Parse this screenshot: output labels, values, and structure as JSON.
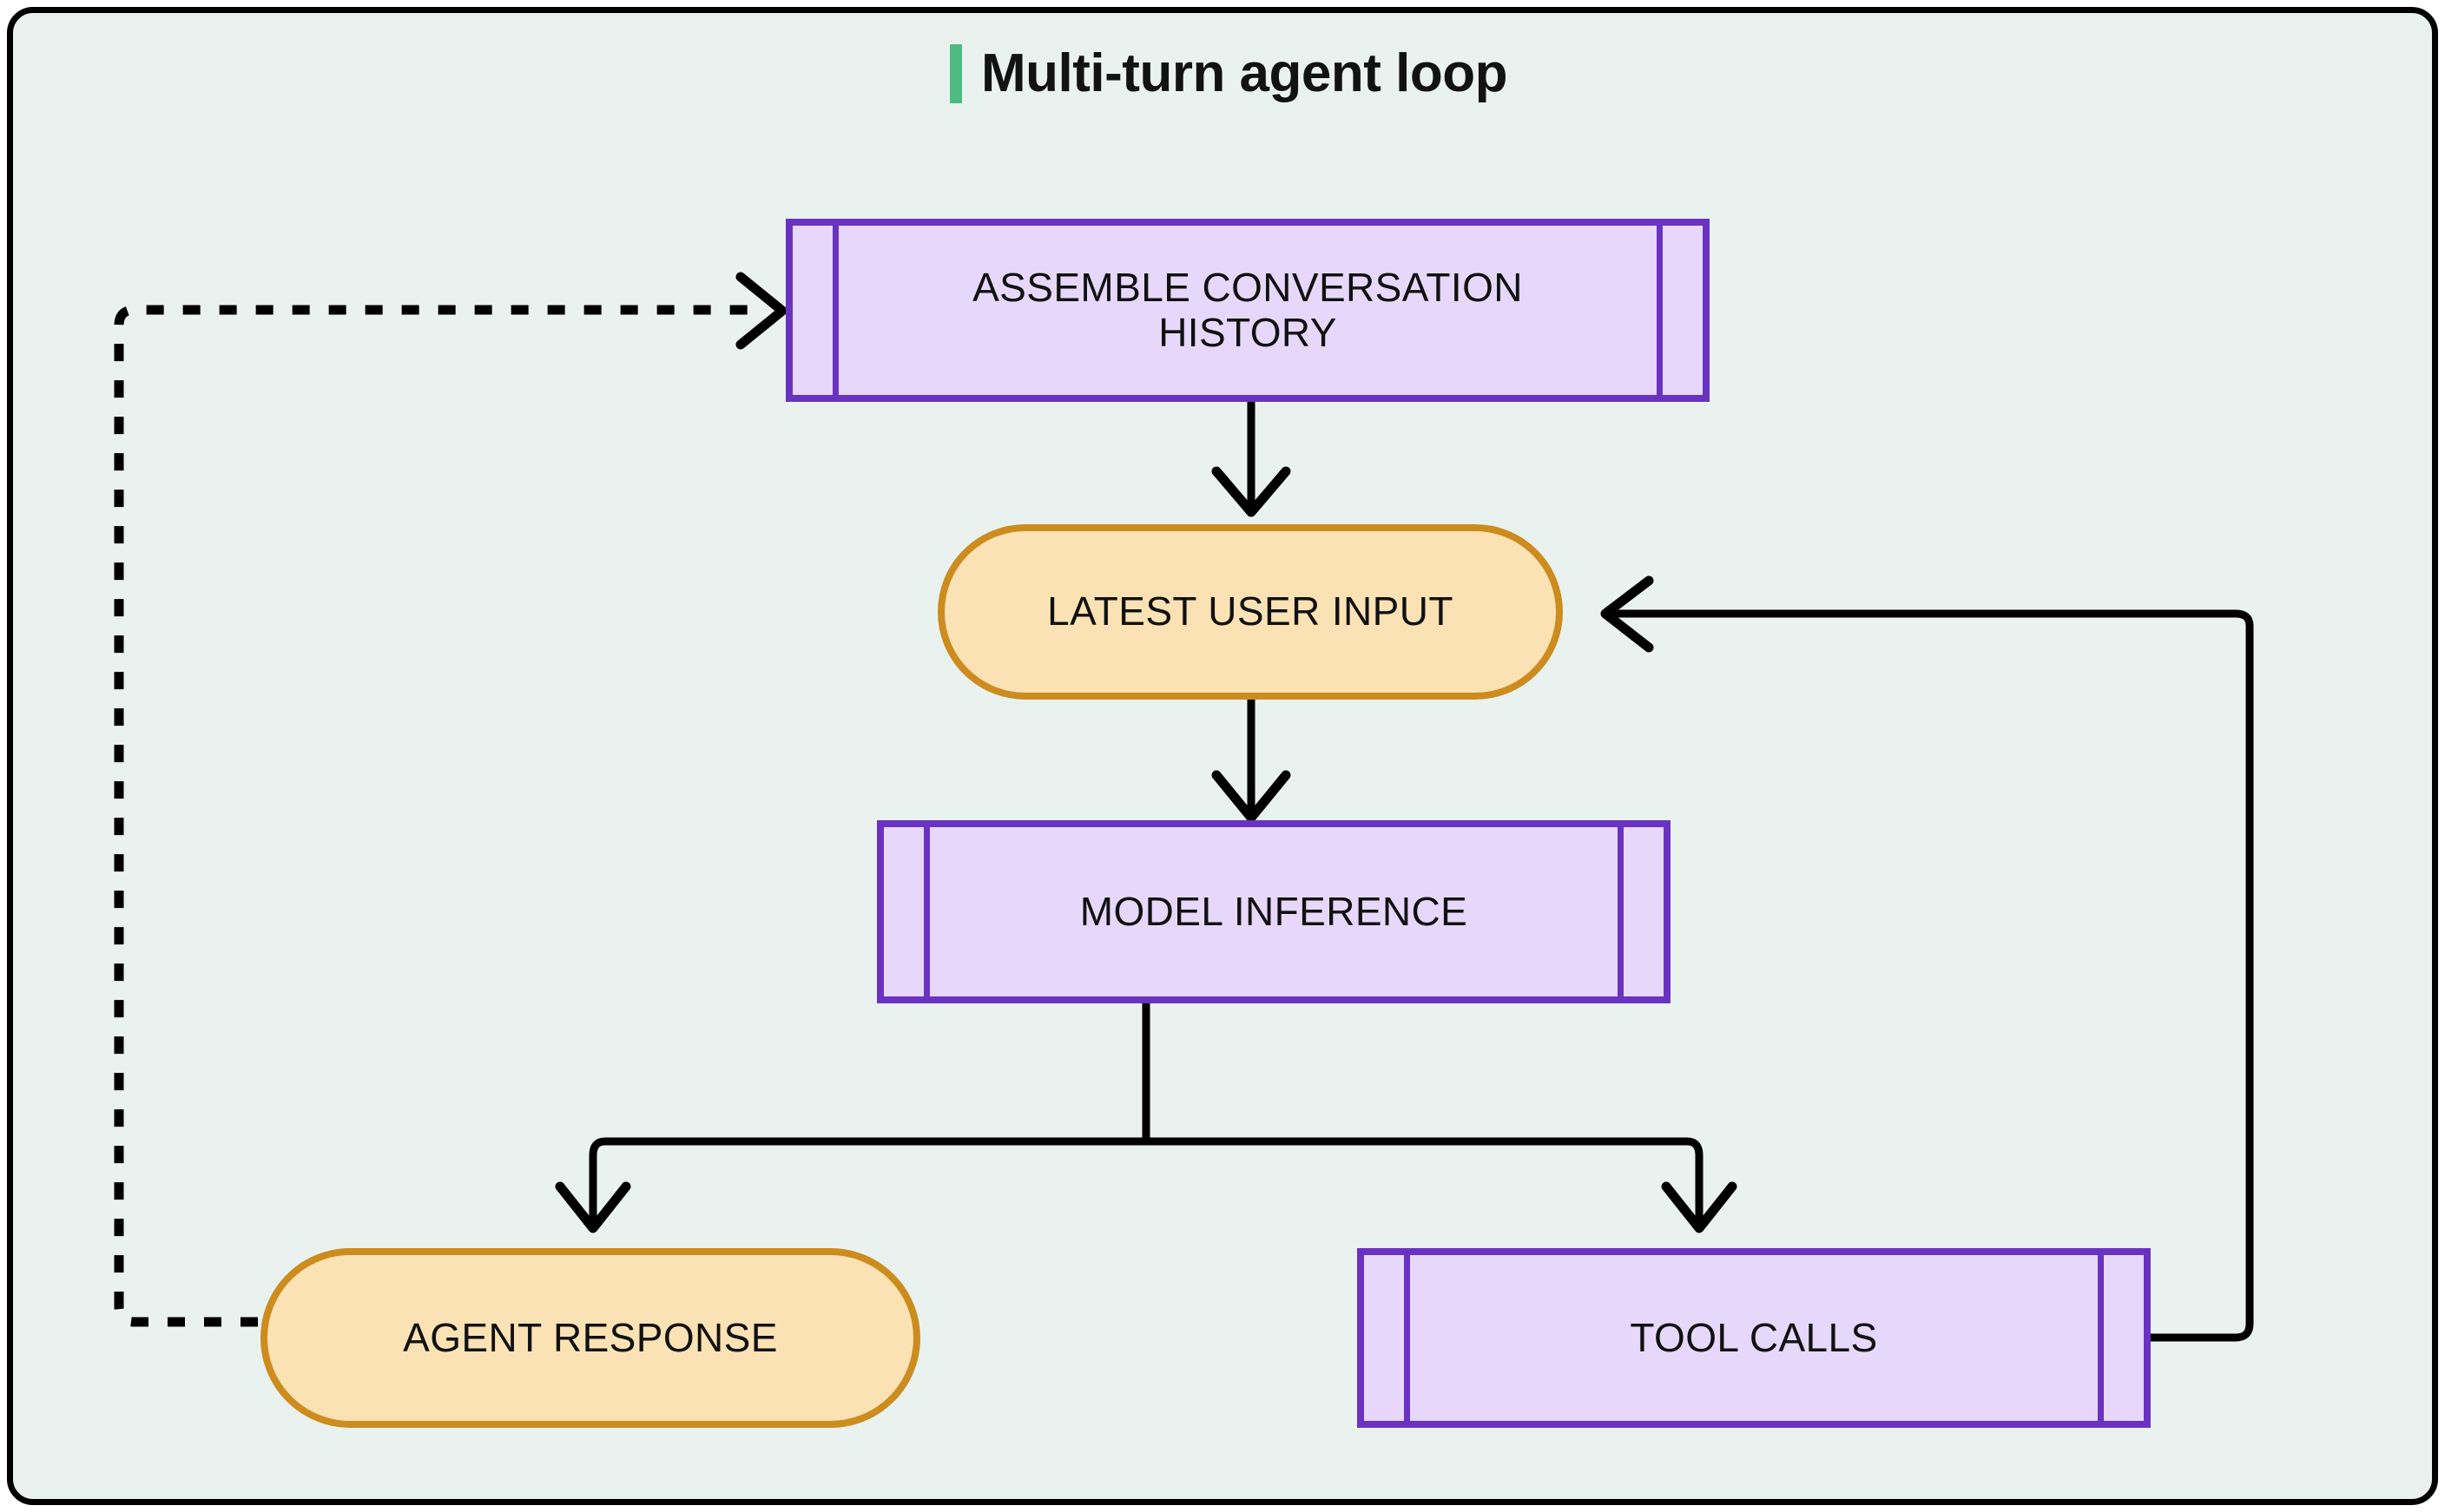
{
  "page": {
    "title": "Multi-turn agent loop",
    "accent_color": "#4DBB82",
    "background_color": "#EAF2EF",
    "border_color": "#000000"
  },
  "palette": {
    "process_fill": "#E7D8FB",
    "process_stroke": "#6A32C0",
    "terminal_fill": "#FBE2B4",
    "terminal_stroke": "#CC8C1E",
    "edge_color": "#000000"
  },
  "diagram": {
    "type": "flowchart",
    "nodes": [
      {
        "id": "assemble",
        "label": "ASSEMBLE CONVERSATION\nHISTORY",
        "shape": "predefined-process",
        "fill": "#E7D8FB",
        "stroke": "#6A32C0"
      },
      {
        "id": "latest-user-input",
        "label": "LATEST USER INPUT",
        "shape": "stadium",
        "fill": "#FBE2B4",
        "stroke": "#CC8C1E"
      },
      {
        "id": "model-inference",
        "label": "MODEL INFERENCE",
        "shape": "predefined-process",
        "fill": "#E7D8FB",
        "stroke": "#6A32C0"
      },
      {
        "id": "agent-response",
        "label": "AGENT RESPONSE",
        "shape": "stadium",
        "fill": "#FBE2B4",
        "stroke": "#CC8C1E"
      },
      {
        "id": "tool-calls",
        "label": "TOOL CALLS",
        "shape": "predefined-process",
        "fill": "#E7D8FB",
        "stroke": "#6A32C0"
      }
    ],
    "edges": [
      {
        "from": "assemble",
        "to": "latest-user-input",
        "style": "solid",
        "arrow": "open"
      },
      {
        "from": "latest-user-input",
        "to": "model-inference",
        "style": "solid",
        "arrow": "open"
      },
      {
        "from": "model-inference",
        "to": "agent-response",
        "style": "solid",
        "arrow": "open"
      },
      {
        "from": "model-inference",
        "to": "tool-calls",
        "style": "solid",
        "arrow": "open"
      },
      {
        "from": "tool-calls",
        "to": "latest-user-input",
        "style": "solid",
        "arrow": "open"
      },
      {
        "from": "agent-response",
        "to": "assemble",
        "style": "dashed",
        "arrow": "open"
      }
    ]
  }
}
